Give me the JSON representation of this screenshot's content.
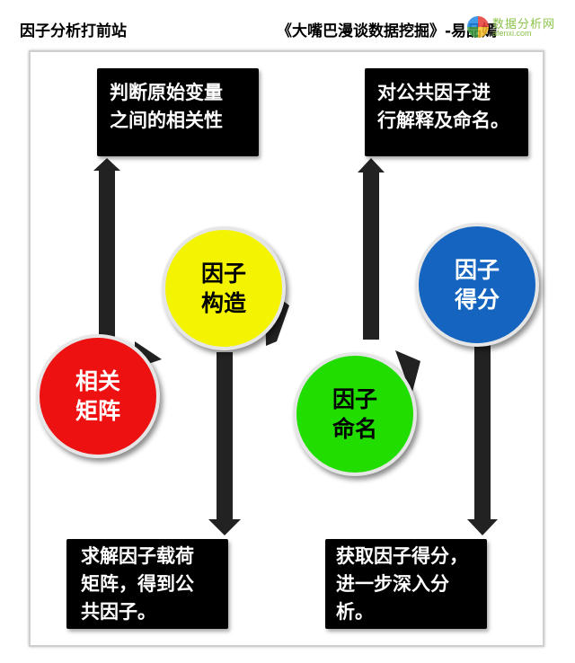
{
  "header": {
    "left_title": "因子分析打前站",
    "right_title": "《大嘴巴漫谈数据挖掘》-易品嫣",
    "watermark_text": "数据分析网",
    "watermark_sub": "afenxi.com"
  },
  "diagram": {
    "nodes": [
      {
        "id": "corr-matrix",
        "label": "相关\n矩阵",
        "color": "#ee1111",
        "text_color": "#ffffff"
      },
      {
        "id": "factor-construct",
        "label": "因子\n构造",
        "color": "#f4f400",
        "text_color": "#000000"
      },
      {
        "id": "factor-naming",
        "label": "因子\n命名",
        "color": "#22dd00",
        "text_color": "#000000"
      },
      {
        "id": "factor-score",
        "label": "因子\n得分",
        "color": "#1565c0",
        "text_color": "#ffffff"
      }
    ],
    "boxes": [
      {
        "id": "judge-correlation",
        "text": "判断原始变量\n之间的相关性"
      },
      {
        "id": "solve-loadings",
        "text": "求解因子载荷\n矩阵，得到公\n共因子。"
      },
      {
        "id": "explain-naming",
        "text": "对公共因子进\n行解释及命名。"
      },
      {
        "id": "get-scores",
        "text": "获取因子得分，\n进一步深入分\n析。"
      }
    ],
    "colors": {
      "arrow": "#222222",
      "box_bg": "#000000",
      "frame": "#cfcfcf"
    }
  }
}
